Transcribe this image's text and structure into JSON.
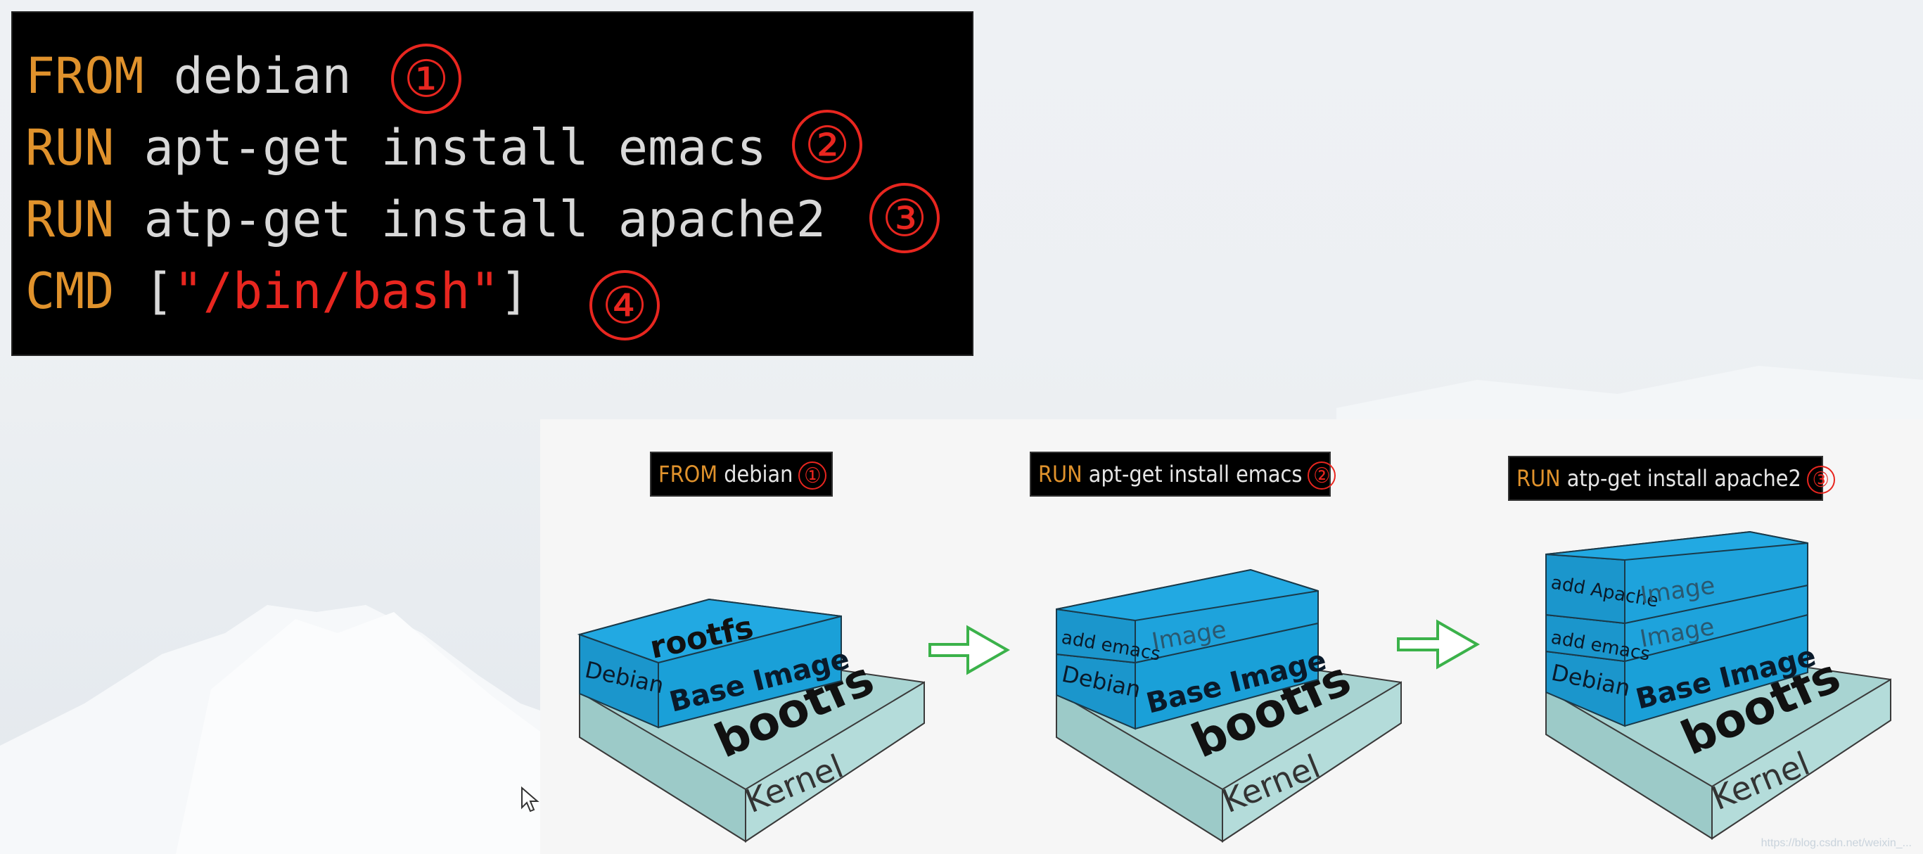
{
  "dockerfile": {
    "lines": [
      {
        "keyword": "FROM",
        "args": " debian",
        "marker": "①"
      },
      {
        "keyword": "RUN",
        "args": " apt-get install emacs",
        "marker": "②"
      },
      {
        "keyword": "RUN",
        "args": " atp-get install apache2",
        "marker": "③"
      },
      {
        "keyword": "CMD",
        "args_open": " [",
        "args_string": "\"/bin/bash\"",
        "args_close": "]",
        "marker": "④"
      }
    ]
  },
  "diagram": {
    "steps": [
      {
        "keyword": "FROM",
        "text": " debian",
        "marker": "①"
      },
      {
        "keyword": "RUN",
        "text": " apt-get install emacs",
        "marker": "②"
      },
      {
        "keyword": "RUN",
        "text": " atp-get install apache2",
        "marker": "③"
      }
    ],
    "layers": {
      "kernel": "Kernel",
      "bootfs": "bootfs",
      "rootfs": "rootfs",
      "base_image": "Base Image",
      "debian": "Debian",
      "image": "Image",
      "add_emacs": "add emacs",
      "add_apache": "add Apache"
    },
    "colors": {
      "kernel": "#a8d4d2",
      "image": "#1ea3dc",
      "arrow": "#3bb24a"
    }
  },
  "watermark": "https://blog.csdn.net/weixin_..."
}
